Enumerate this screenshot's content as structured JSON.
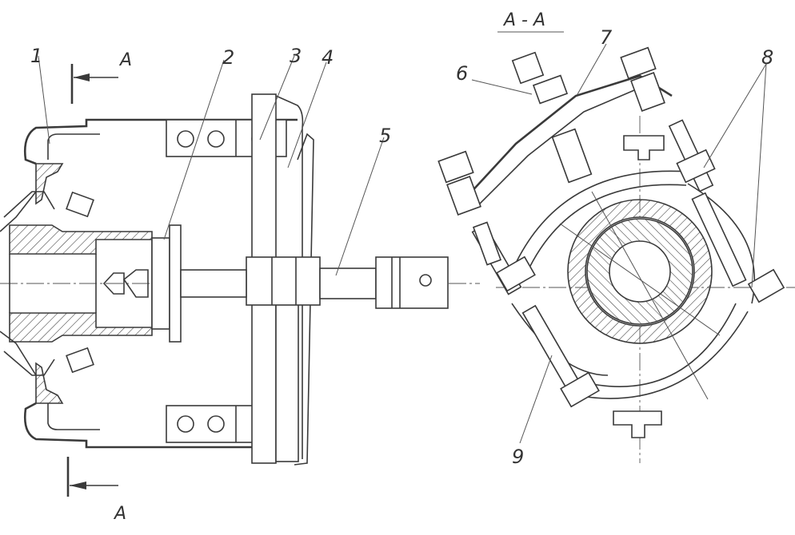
{
  "title": "",
  "section_title": "А - А",
  "section_marks": {
    "top": "А",
    "bottom": "А"
  },
  "callouts": [
    {
      "id": "1",
      "text": "1"
    },
    {
      "id": "2",
      "text": "2"
    },
    {
      "id": "3",
      "text": "3"
    },
    {
      "id": "4",
      "text": "4"
    },
    {
      "id": "5",
      "text": "5"
    },
    {
      "id": "6",
      "text": "6"
    },
    {
      "id": "7",
      "text": "7"
    },
    {
      "id": "8",
      "text": "8"
    },
    {
      "id": "9",
      "text": "9"
    }
  ],
  "colors": {
    "line": "#3a3a3a",
    "background": "#ffffff"
  }
}
